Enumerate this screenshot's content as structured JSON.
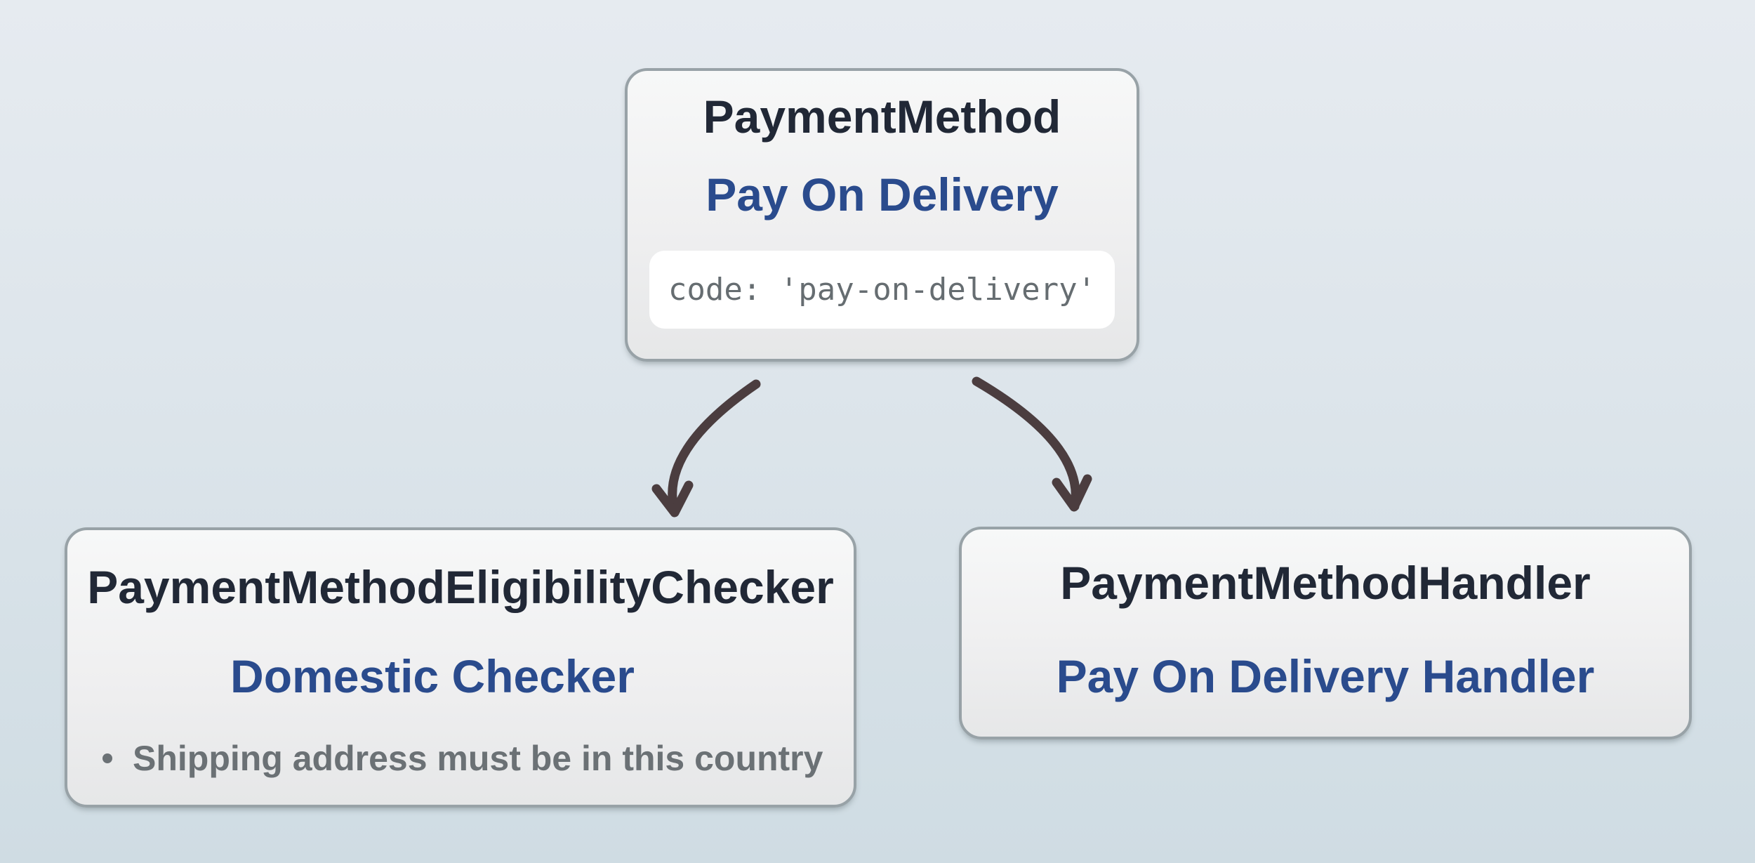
{
  "diagram": {
    "payment_method": {
      "title": "PaymentMethod",
      "subtitle": "Pay On Delivery",
      "code": "code: 'pay-on-delivery'"
    },
    "eligibility_checker": {
      "title": "PaymentMethodEligibilityChecker",
      "subtitle": "Domestic Checker",
      "bullets": [
        "Shipping address must be in this country"
      ]
    },
    "handler": {
      "title": "PaymentMethodHandler",
      "subtitle": "Pay On Delivery Handler"
    }
  },
  "colors": {
    "background_top": "#e6ebf0",
    "background_bottom": "#cfdce3",
    "node_border": "#98a2a7",
    "node_fill_top": "#f7f8f8",
    "node_fill_bottom": "#e6e7e8",
    "title_text": "#212836",
    "accent_blue": "#2a4b8d",
    "muted_gray": "#6b7175",
    "code_text": "#666d71",
    "code_pill_bg": "#ffffff",
    "arrow": "#4b3d3f"
  }
}
